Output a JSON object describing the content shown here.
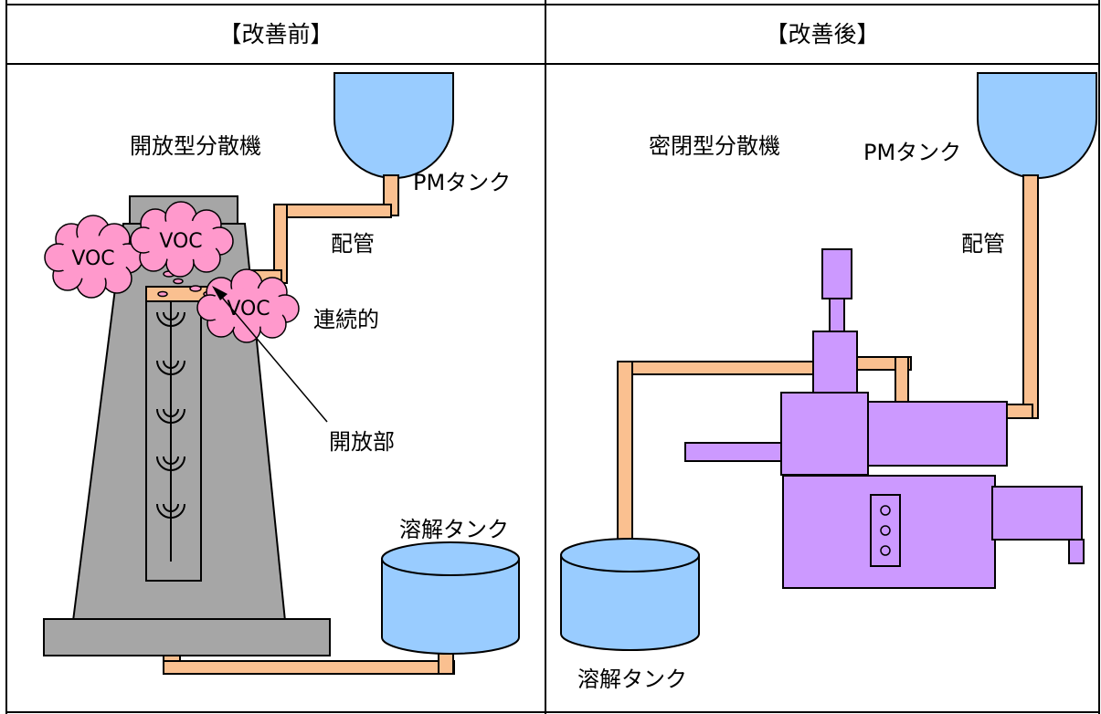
{
  "headers": {
    "before": "【改善前】",
    "after": "【改善後】"
  },
  "before": {
    "machine_label": "開放型分散機",
    "pm_tank_label": "PMタンク",
    "pipe_label": "配管",
    "continuous_label": "連続的",
    "open_part_label": "開放部",
    "dissolution_tank_label": "溶解タンク",
    "voc_labels": [
      "VOC",
      "VOC",
      "VOC"
    ]
  },
  "after": {
    "machine_label": "密閉型分散機",
    "pm_tank_label": "PMタンク",
    "pipe_label": "配管",
    "dissolution_tank_label": "溶解タンク"
  },
  "colors": {
    "pipe": "#fac090",
    "tank": "#99ccff",
    "machine_open": "#a6a6a6",
    "machine_closed": "#cc99ff",
    "voc_cloud": "#ff99cc",
    "border": "#000000"
  }
}
